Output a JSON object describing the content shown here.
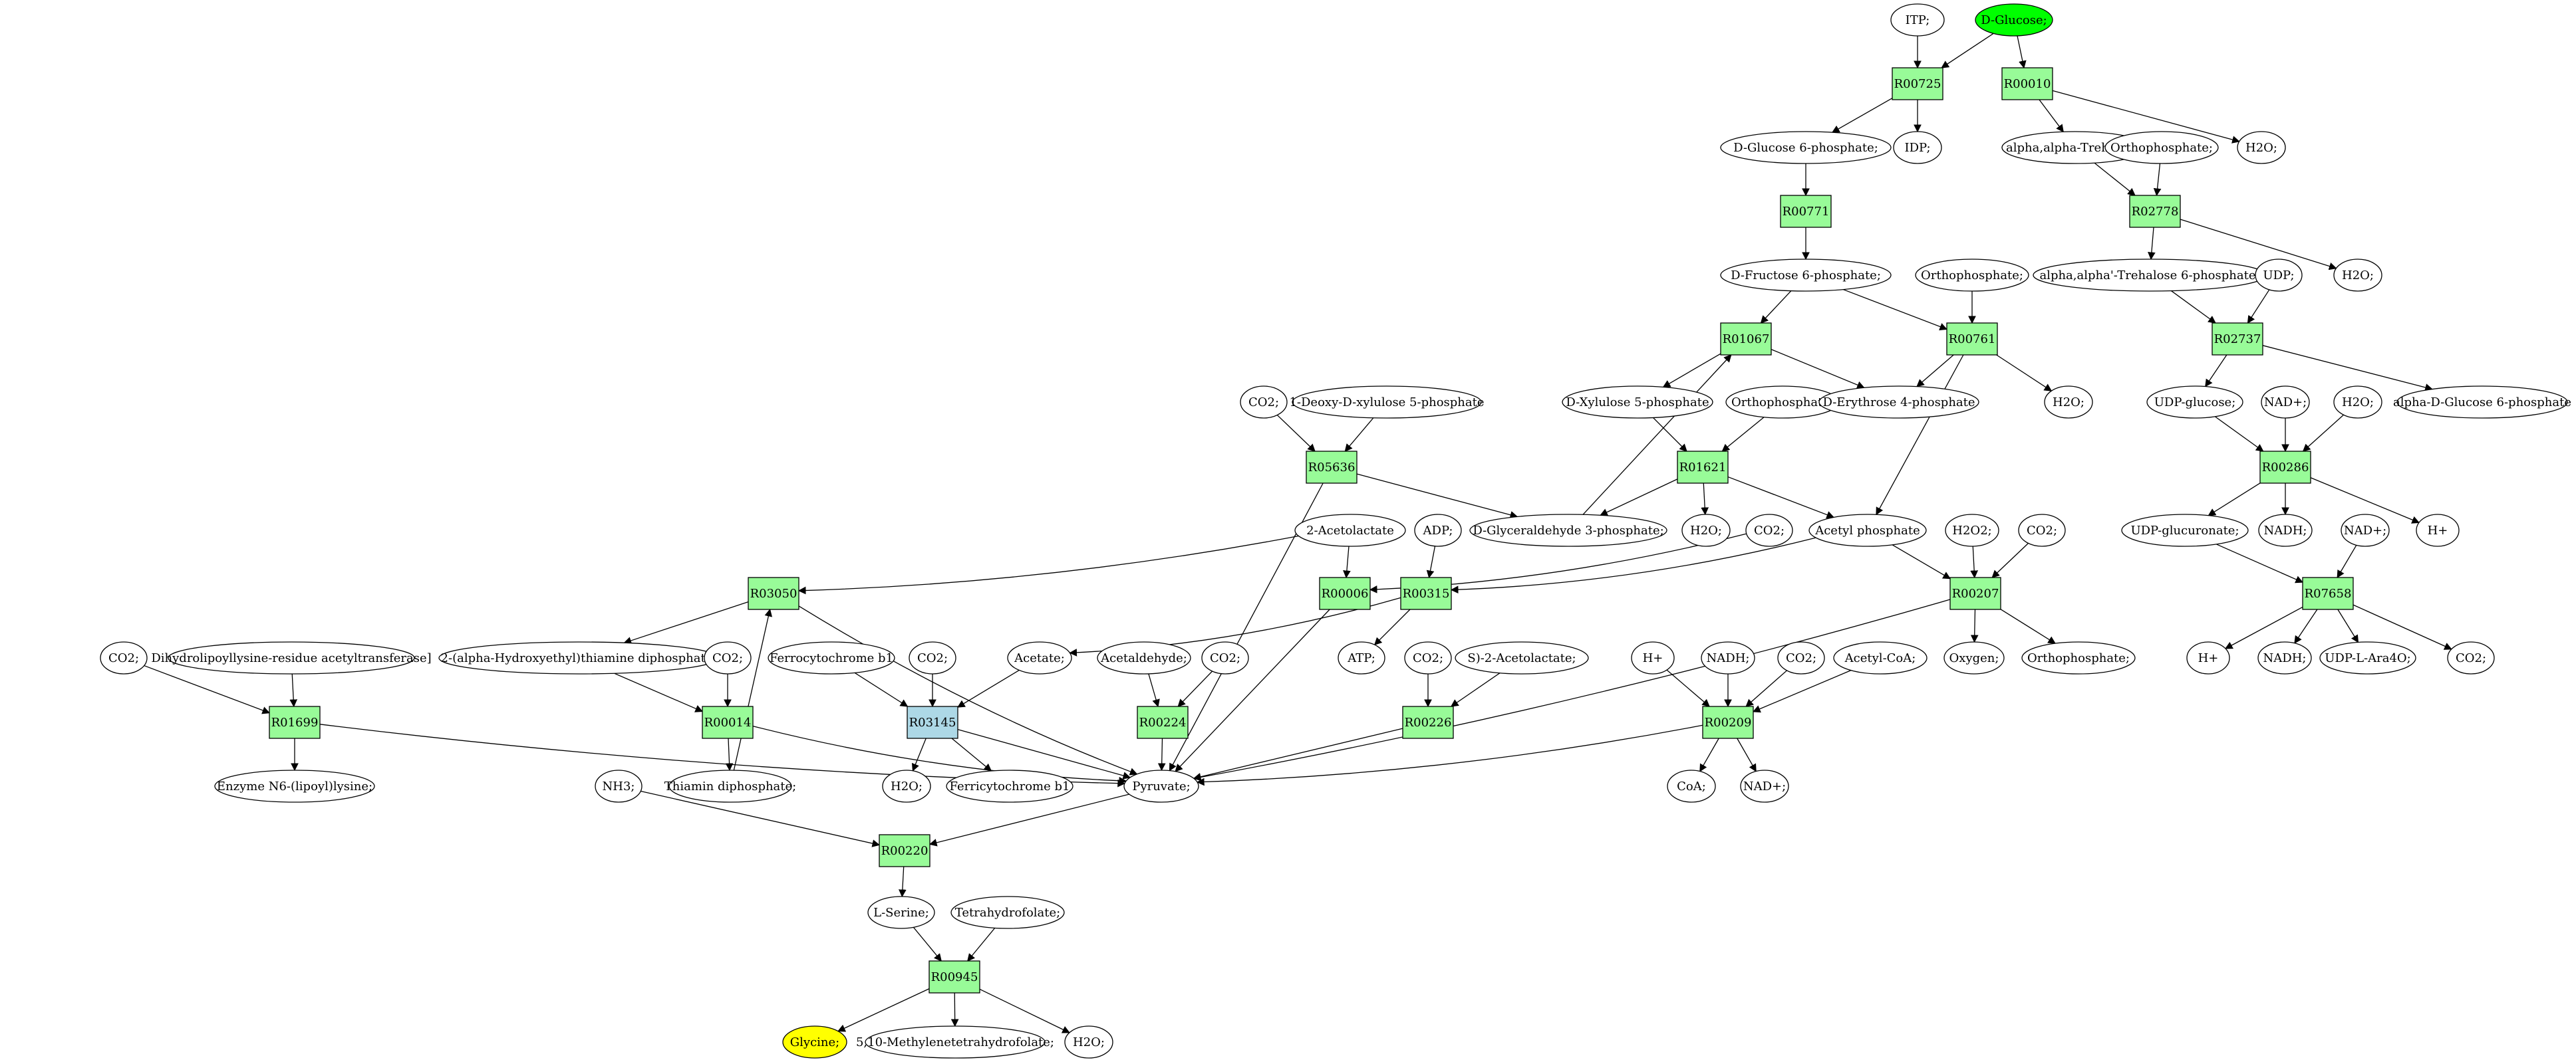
{
  "colors": {
    "reaction": "#98fb98",
    "reaction_highlight": "#add8e6",
    "start": "#00ff00",
    "end": "#ffff00",
    "compound": "#ffffff"
  },
  "nodes": [
    {
      "id": "itp",
      "label": "ITP;",
      "kind": "compound"
    },
    {
      "id": "dglucose",
      "label": "D-Glucose;",
      "kind": "start"
    },
    {
      "id": "R00725",
      "label": "R00725",
      "kind": "reaction"
    },
    {
      "id": "R00010",
      "label": "R00010",
      "kind": "reaction"
    },
    {
      "id": "dg6p",
      "label": "D-Glucose 6-phosphate;",
      "kind": "compound"
    },
    {
      "id": "idp",
      "label": "IDP;",
      "kind": "compound"
    },
    {
      "id": "trehalose",
      "label": "alpha,alpha-Trehalose;",
      "kind": "compound"
    },
    {
      "id": "ortho1",
      "label": "Orthophosphate;",
      "kind": "compound"
    },
    {
      "id": "h2o_a",
      "label": "H2O;",
      "kind": "compound"
    },
    {
      "id": "R00771",
      "label": "R00771",
      "kind": "reaction"
    },
    {
      "id": "R02778",
      "label": "R02778",
      "kind": "reaction"
    },
    {
      "id": "df6p",
      "label": "D-Fructose 6-phosphate;",
      "kind": "compound"
    },
    {
      "id": "ortho2",
      "label": "Orthophosphate;",
      "kind": "compound"
    },
    {
      "id": "t6p",
      "label": "alpha,alpha'-Trehalose 6-phosphate;",
      "kind": "compound"
    },
    {
      "id": "udp",
      "label": "UDP;",
      "kind": "compound"
    },
    {
      "id": "h2o_b",
      "label": "H2O;",
      "kind": "compound"
    },
    {
      "id": "R01067",
      "label": "R01067",
      "kind": "reaction"
    },
    {
      "id": "R00761",
      "label": "R00761",
      "kind": "reaction"
    },
    {
      "id": "R02737",
      "label": "R02737",
      "kind": "reaction"
    },
    {
      "id": "co2_a",
      "label": "CO2;",
      "kind": "compound"
    },
    {
      "id": "dxp",
      "label": "1-Deoxy-D-xylulose 5-phosphate",
      "kind": "compound"
    },
    {
      "id": "dx5p",
      "label": "D-Xylulose 5-phosphate",
      "kind": "compound"
    },
    {
      "id": "ortho3",
      "label": "Orthophosphate;",
      "kind": "compound"
    },
    {
      "id": "de4p",
      "label": "D-Erythrose 4-phosphate",
      "kind": "compound"
    },
    {
      "id": "h2o_c",
      "label": "H2O;",
      "kind": "compound"
    },
    {
      "id": "udpglc",
      "label": "UDP-glucose;",
      "kind": "compound"
    },
    {
      "id": "nadp_a",
      "label": "NAD+;",
      "kind": "compound"
    },
    {
      "id": "h2o_d",
      "label": "H2O;",
      "kind": "compound"
    },
    {
      "id": "ag6p",
      "label": "alpha-D-Glucose 6-phosphate",
      "kind": "compound"
    },
    {
      "id": "R05636",
      "label": "R05636",
      "kind": "reaction"
    },
    {
      "id": "R01621",
      "label": "R01621",
      "kind": "reaction"
    },
    {
      "id": "R00286",
      "label": "R00286",
      "kind": "reaction"
    },
    {
      "id": "acetolactate",
      "label": "2-Acetolactate",
      "kind": "compound"
    },
    {
      "id": "adp",
      "label": "ADP;",
      "kind": "compound"
    },
    {
      "id": "gap",
      "label": "D-Glyceraldehyde 3-phosphate;",
      "kind": "compound"
    },
    {
      "id": "h2o_e",
      "label": "H2O;",
      "kind": "compound"
    },
    {
      "id": "co2_b",
      "label": "CO2;",
      "kind": "compound"
    },
    {
      "id": "acetylp",
      "label": "Acetyl phosphate",
      "kind": "compound"
    },
    {
      "id": "h2o2",
      "label": "H2O2;",
      "kind": "compound"
    },
    {
      "id": "co2_c",
      "label": "CO2;",
      "kind": "compound"
    },
    {
      "id": "udpglcu",
      "label": "UDP-glucuronate;",
      "kind": "compound"
    },
    {
      "id": "nadh_a",
      "label": "NADH;",
      "kind": "compound"
    },
    {
      "id": "nadp_b",
      "label": "NAD+;",
      "kind": "compound"
    },
    {
      "id": "hplus_a",
      "label": "H+",
      "kind": "compound"
    },
    {
      "id": "R03050",
      "label": "R03050",
      "kind": "reaction"
    },
    {
      "id": "R00006",
      "label": "R00006",
      "kind": "reaction"
    },
    {
      "id": "R00315",
      "label": "R00315",
      "kind": "reaction"
    },
    {
      "id": "R00207",
      "label": "R00207",
      "kind": "reaction"
    },
    {
      "id": "R07658",
      "label": "R07658",
      "kind": "reaction"
    },
    {
      "id": "co2_d",
      "label": "CO2;",
      "kind": "compound"
    },
    {
      "id": "dihydro",
      "label": "Dihydrolipoyllysine-residue acetyltransferase]",
      "kind": "compound"
    },
    {
      "id": "hethtpp",
      "label": "2-(alpha-Hydroxyethyl)thiamine diphosphate;",
      "kind": "compound"
    },
    {
      "id": "co2_e",
      "label": "CO2;",
      "kind": "compound"
    },
    {
      "id": "ferroc",
      "label": "Ferrocytochrome b1",
      "kind": "compound"
    },
    {
      "id": "co2_f",
      "label": "CO2;",
      "kind": "compound"
    },
    {
      "id": "acetate",
      "label": "Acetate;",
      "kind": "compound"
    },
    {
      "id": "acetald",
      "label": "Acetaldehyde;",
      "kind": "compound"
    },
    {
      "id": "co2_g",
      "label": "CO2;",
      "kind": "compound"
    },
    {
      "id": "atp",
      "label": "ATP;",
      "kind": "compound"
    },
    {
      "id": "co2_h",
      "label": "CO2;",
      "kind": "compound"
    },
    {
      "id": "s2acet",
      "label": "S)-2-Acetolactate;",
      "kind": "compound"
    },
    {
      "id": "oxygen",
      "label": "Oxygen;",
      "kind": "compound"
    },
    {
      "id": "ortho4",
      "label": "Orthophosphate;",
      "kind": "compound"
    },
    {
      "id": "hplus_b",
      "label": "H+",
      "kind": "compound"
    },
    {
      "id": "nadh_b",
      "label": "NADH;",
      "kind": "compound"
    },
    {
      "id": "co2_i",
      "label": "CO2;",
      "kind": "compound"
    },
    {
      "id": "acetylcoa",
      "label": "Acetyl-CoA;",
      "kind": "compound"
    },
    {
      "id": "hplus_c",
      "label": "H+",
      "kind": "compound"
    },
    {
      "id": "nadh_c",
      "label": "NADH;",
      "kind": "compound"
    },
    {
      "id": "udpara",
      "label": "UDP-L-Ara4O;",
      "kind": "compound"
    },
    {
      "id": "co2_j",
      "label": "CO2;",
      "kind": "compound"
    },
    {
      "id": "R01699",
      "label": "R01699",
      "kind": "reaction"
    },
    {
      "id": "R00014",
      "label": "R00014",
      "kind": "reaction"
    },
    {
      "id": "R03145",
      "label": "R03145",
      "kind": "reaction_highlight"
    },
    {
      "id": "R00224",
      "label": "R00224",
      "kind": "reaction"
    },
    {
      "id": "R00226",
      "label": "R00226",
      "kind": "reaction"
    },
    {
      "id": "R00209",
      "label": "R00209",
      "kind": "reaction"
    },
    {
      "id": "enzyme",
      "label": "Enzyme N6-(lipoyl)lysine;",
      "kind": "compound"
    },
    {
      "id": "nh3",
      "label": "NH3;",
      "kind": "compound"
    },
    {
      "id": "thiamin",
      "label": "Thiamin diphosphate;",
      "kind": "compound"
    },
    {
      "id": "h2o_f",
      "label": "H2O;",
      "kind": "compound"
    },
    {
      "id": "ferric",
      "label": "Ferricytochrome b1",
      "kind": "compound"
    },
    {
      "id": "pyruvate",
      "label": "Pyruvate;",
      "kind": "compound"
    },
    {
      "id": "coa",
      "label": "CoA;",
      "kind": "compound"
    },
    {
      "id": "nadp_c",
      "label": "NAD+;",
      "kind": "compound"
    },
    {
      "id": "R00220",
      "label": "R00220",
      "kind": "reaction"
    },
    {
      "id": "lserine",
      "label": "L-Serine;",
      "kind": "compound"
    },
    {
      "id": "thf",
      "label": "Tetrahydrofolate;",
      "kind": "compound"
    },
    {
      "id": "R00945",
      "label": "R00945",
      "kind": "reaction"
    },
    {
      "id": "glycine",
      "label": "Glycine;",
      "kind": "end"
    },
    {
      "id": "methylene",
      "label": "5,10-Methylenetetrahydrofolate;",
      "kind": "compound"
    },
    {
      "id": "h2o_g",
      "label": "H2O;",
      "kind": "compound"
    }
  ],
  "edges": [
    [
      "itp",
      "R00725"
    ],
    [
      "dglucose",
      "R00725"
    ],
    [
      "dglucose",
      "R00010"
    ],
    [
      "R00725",
      "dg6p"
    ],
    [
      "R00725",
      "idp"
    ],
    [
      "R00010",
      "trehalose"
    ],
    [
      "R00010",
      "h2o_a"
    ],
    [
      "dg6p",
      "R00771"
    ],
    [
      "R00771",
      "df6p"
    ],
    [
      "trehalose",
      "R02778"
    ],
    [
      "ortho1",
      "R02778"
    ],
    [
      "R02778",
      "t6p"
    ],
    [
      "R02778",
      "h2o_b"
    ],
    [
      "df6p",
      "R01067"
    ],
    [
      "df6p",
      "R00761"
    ],
    [
      "ortho2",
      "R00761"
    ],
    [
      "R01067",
      "dx5p"
    ],
    [
      "R01067",
      "de4p"
    ],
    [
      "R00761",
      "de4p"
    ],
    [
      "R00761",
      "h2o_c"
    ],
    [
      "R00761",
      "acetylp"
    ],
    [
      "t6p",
      "R02737"
    ],
    [
      "udp",
      "R02737"
    ],
    [
      "R02737",
      "udpglc"
    ],
    [
      "R02737",
      "ag6p"
    ],
    [
      "co2_a",
      "R05636"
    ],
    [
      "dxp",
      "R05636"
    ],
    [
      "R05636",
      "gap"
    ],
    [
      "R05636",
      "pyruvate"
    ],
    [
      "dx5p",
      "R01621"
    ],
    [
      "ortho3",
      "R01621"
    ],
    [
      "R01621",
      "gap"
    ],
    [
      "R01621",
      "h2o_e"
    ],
    [
      "R01621",
      "acetylp"
    ],
    [
      "gap",
      "R01067"
    ],
    [
      "udpglc",
      "R00286"
    ],
    [
      "nadp_a",
      "R00286"
    ],
    [
      "h2o_d",
      "R00286"
    ],
    [
      "R00286",
      "udpglcu"
    ],
    [
      "R00286",
      "nadh_a"
    ],
    [
      "R00286",
      "hplus_a"
    ],
    [
      "acetolactate",
      "R00006"
    ],
    [
      "acetolactate",
      "R03050"
    ],
    [
      "co2_b",
      "R00006"
    ],
    [
      "R00006",
      "pyruvate"
    ],
    [
      "adp",
      "R00315"
    ],
    [
      "acetylp",
      "R00315"
    ],
    [
      "R00315",
      "acetate"
    ],
    [
      "R00315",
      "atp"
    ],
    [
      "acetylp",
      "R00207"
    ],
    [
      "h2o2",
      "R00207"
    ],
    [
      "co2_c",
      "R00207"
    ],
    [
      "R00207",
      "oxygen"
    ],
    [
      "R00207",
      "ortho4"
    ],
    [
      "R00207",
      "pyruvate"
    ],
    [
      "udpglcu",
      "R07658"
    ],
    [
      "nadp_b",
      "R07658"
    ],
    [
      "R07658",
      "hplus_c"
    ],
    [
      "R07658",
      "nadh_c"
    ],
    [
      "R07658",
      "udpara"
    ],
    [
      "R07658",
      "co2_j"
    ],
    [
      "R03050",
      "hethtpp"
    ],
    [
      "R03050",
      "pyruvate"
    ],
    [
      "thiamin",
      "R03050"
    ],
    [
      "co2_d",
      "R01699"
    ],
    [
      "dihydro",
      "R01699"
    ],
    [
      "R01699",
      "enzyme"
    ],
    [
      "R01699",
      "pyruvate"
    ],
    [
      "hethtpp",
      "R00014"
    ],
    [
      "co2_e",
      "R00014"
    ],
    [
      "R00014",
      "thiamin"
    ],
    [
      "R00014",
      "pyruvate"
    ],
    [
      "ferroc",
      "R03145"
    ],
    [
      "co2_f",
      "R03145"
    ],
    [
      "acetate",
      "R03145"
    ],
    [
      "R03145",
      "h2o_f"
    ],
    [
      "R03145",
      "ferric"
    ],
    [
      "R03145",
      "pyruvate"
    ],
    [
      "acetald",
      "R00224"
    ],
    [
      "co2_g",
      "R00224"
    ],
    [
      "R00224",
      "pyruvate"
    ],
    [
      "co2_h",
      "R00226"
    ],
    [
      "s2acet",
      "R00226"
    ],
    [
      "R00226",
      "pyruvate"
    ],
    [
      "hplus_b",
      "R00209"
    ],
    [
      "nadh_b",
      "R00209"
    ],
    [
      "co2_i",
      "R00209"
    ],
    [
      "acetylcoa",
      "R00209"
    ],
    [
      "R00209",
      "coa"
    ],
    [
      "R00209",
      "nadp_c"
    ],
    [
      "R00209",
      "pyruvate"
    ],
    [
      "nh3",
      "R00220"
    ],
    [
      "pyruvate",
      "R00220"
    ],
    [
      "R00220",
      "lserine"
    ],
    [
      "lserine",
      "R00945"
    ],
    [
      "thf",
      "R00945"
    ],
    [
      "R00945",
      "glycine"
    ],
    [
      "R00945",
      "methylene"
    ],
    [
      "R00945",
      "h2o_g"
    ]
  ]
}
